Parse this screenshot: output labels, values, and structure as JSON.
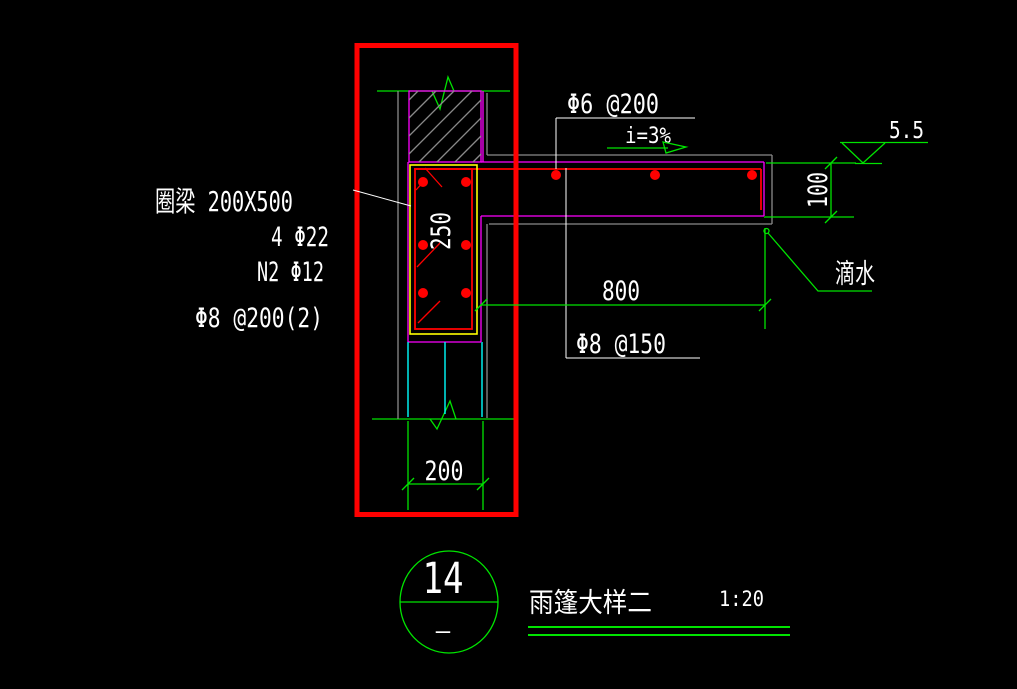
{
  "drawing_type": "cad-detail",
  "colors": {
    "background": "#000000",
    "highlight_box": "#ff0000",
    "rebar": "#ff0000",
    "outline_magenta": "#ff00ff",
    "beam_box_yellow": "#ffff00",
    "finish_cyan": "#00ffff",
    "dimension_green": "#00e400",
    "wall_gray": "#8a8a8a",
    "text_white": "#ffffff"
  },
  "annotations": {
    "ring_beam": "圈梁 200X500",
    "main_bars": "4 Φ22",
    "side_bars": "N2 Φ12",
    "stirrups": "Φ8 @200(2)",
    "slab_top_bars": "Φ6 @200",
    "slab_dist_bars": "Φ8 @150",
    "slope": "i=3%",
    "level": "5.5",
    "drip": "滴水"
  },
  "dimensions": {
    "wall_width": "200",
    "beam_depth": "250",
    "slab_length": "800",
    "slab_thickness": "100"
  },
  "title_block": {
    "detail_number": "14",
    "detail_suffix": "—",
    "title": "雨篷大样二",
    "scale": "1:20"
  }
}
